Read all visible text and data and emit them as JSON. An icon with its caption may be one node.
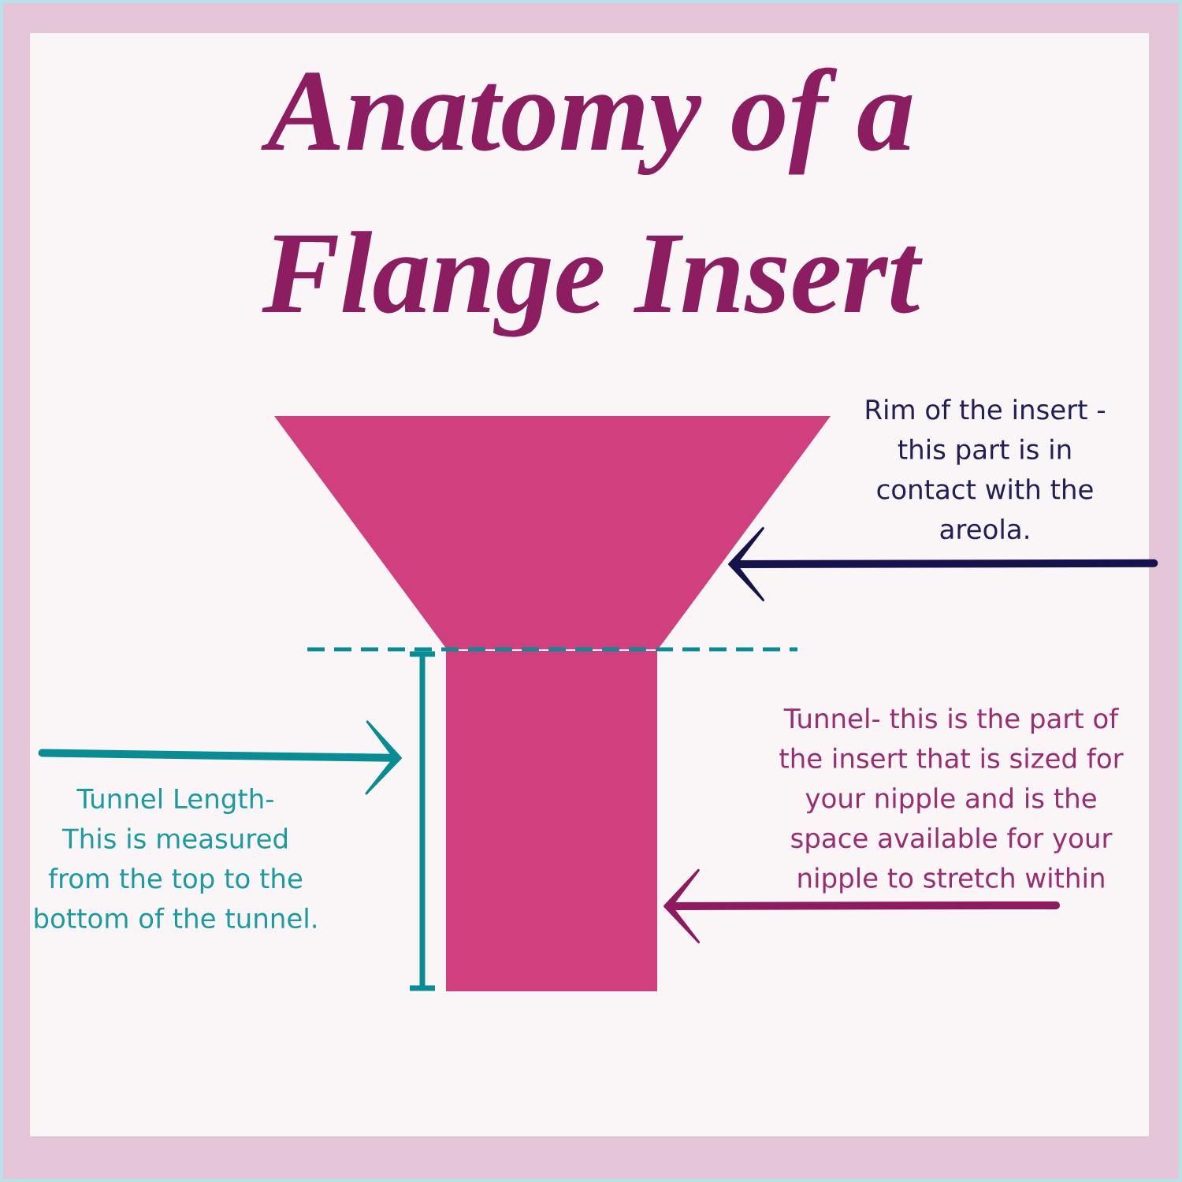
{
  "diagram": {
    "title": "Anatomy of a Flange Insert",
    "nodes": [
      {
        "text": [
          "Rim of the insert - this part is in contact with the areola."
        ]
      },
      {
        "text": [],
        "shape": "trapezoid"
      },
      {
        "text": [],
        "shape": "line"
      },
      {
        "text": [],
        "shape": "box"
      },
      {
        "text": [
          "Tunnel- this is the part of the insert that is sized for your nipple and is the space available for your nipple to stretch within"
        ]
      },
      {
        "text": [
          "Tunnel Length- This is measured from the top to the bottom of the tunnel."
        ]
      }
    ],
    "edges": [
      {
        "from": 0,
        "to": 1,
        "arrow": "to",
        "color": "#15124c"
      },
      {
        "from": 4,
        "to": 3,
        "arrow": "to",
        "color": "#8f1b5e"
      },
      {
        "from": 5,
        "to": 2,
        "arrow": "to",
        "color": "#088d95"
      }
    ]
  }
}
